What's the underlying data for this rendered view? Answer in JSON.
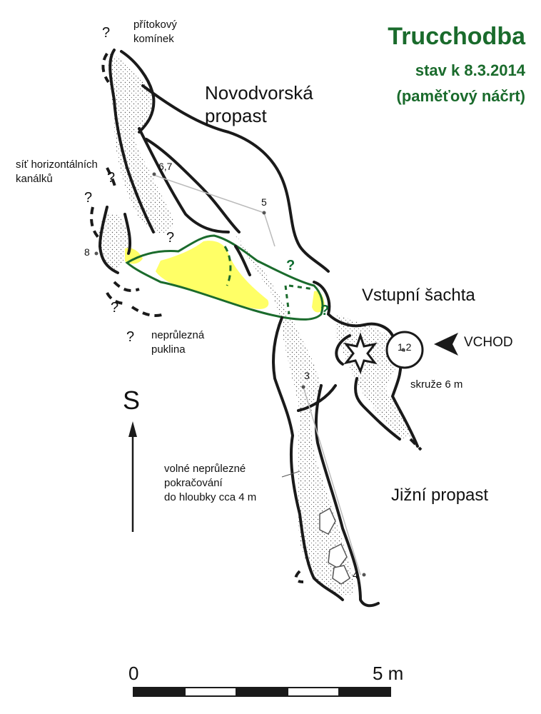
{
  "title": {
    "name": "Trucchodba",
    "status": "stav k 8.3.2014",
    "note": "(paměťový náčrt)"
  },
  "labels": {
    "pritokovy": "přítokový",
    "kominek": "komínek",
    "novodvorska": "Novodvorská",
    "propast": "propast",
    "sit": "síť horizontálních",
    "kanalku": "kanálků",
    "vstupni": "Vstupní šachta",
    "vchod": "VCHOD",
    "skruze": "skruže 6 m",
    "nepruleznaA": "neprůlezná",
    "puklina": "puklina",
    "volne1": "volné neprůlezné",
    "volne2": "pokračování",
    "volne3": "do hloubky  cca 4 m",
    "jizni": "Jižní propast"
  },
  "points": {
    "p67": "6,7",
    "p5": "5",
    "p8": "8",
    "p12": "1,2",
    "p3": "3",
    "p4": "4"
  },
  "questions": {
    "q": "?"
  },
  "compass": {
    "label": "S"
  },
  "scale": {
    "start": "0",
    "end": "5 m"
  },
  "colors": {
    "passage": "#1a1a1a",
    "highlight": "#ffff66",
    "green": "#1a6b2c"
  }
}
